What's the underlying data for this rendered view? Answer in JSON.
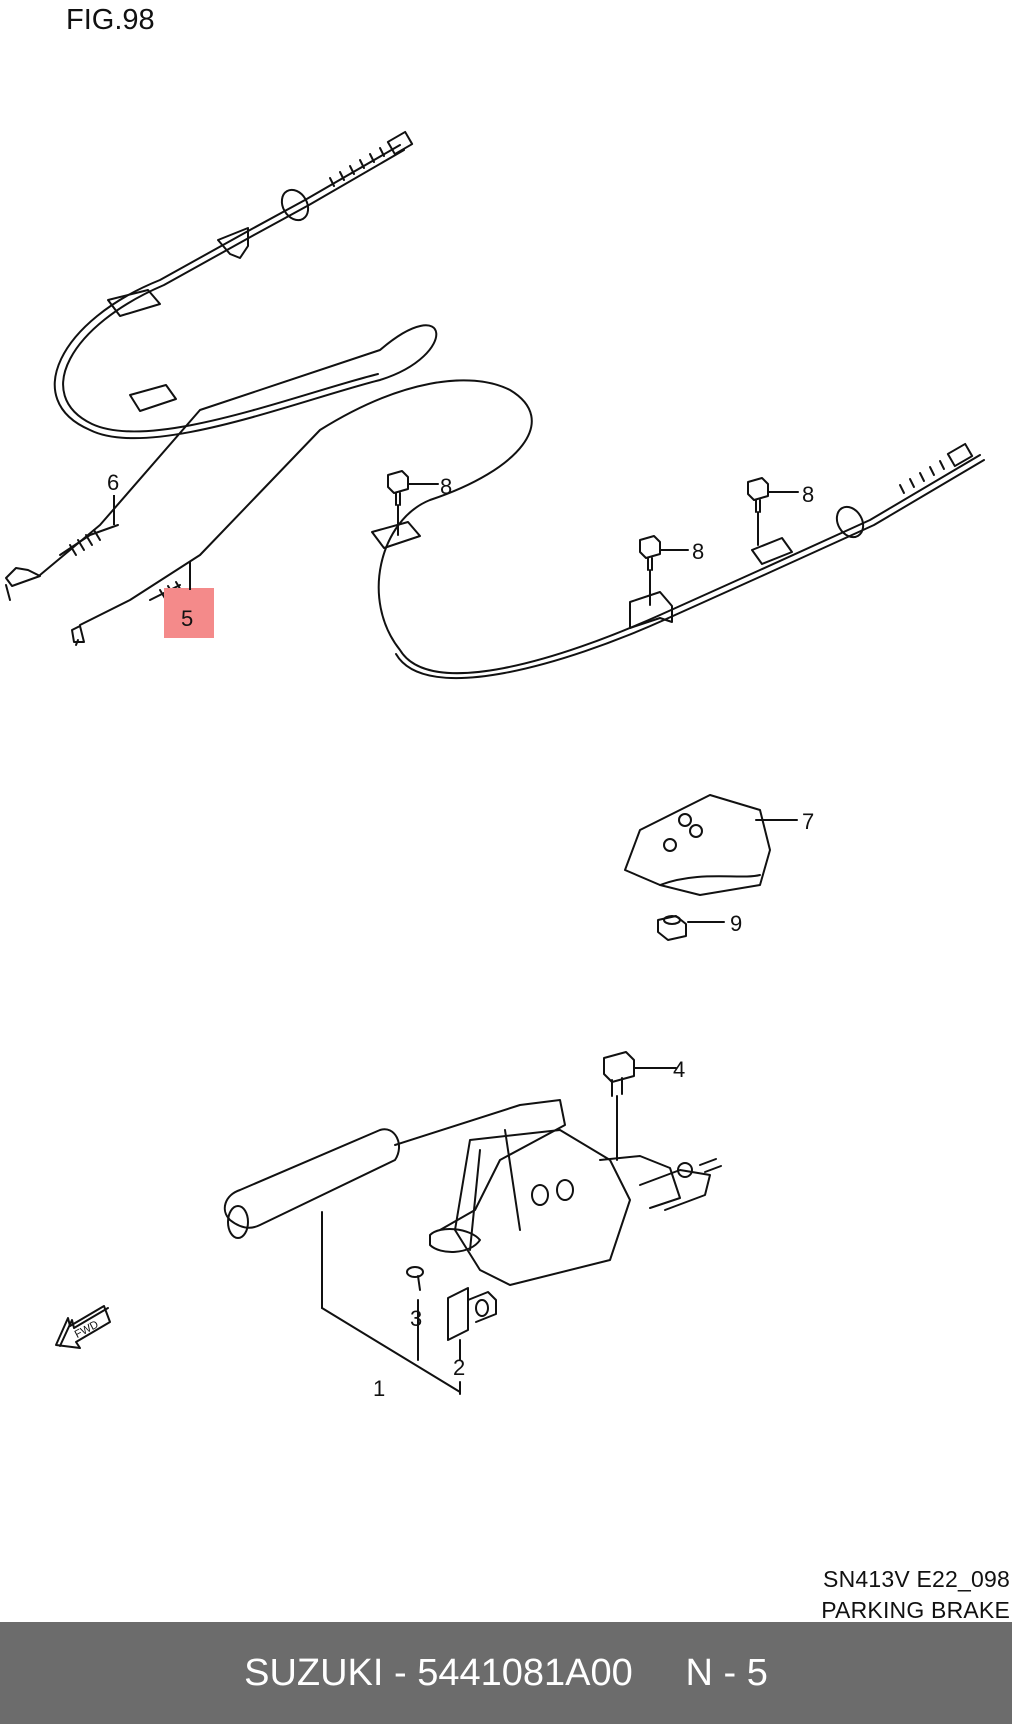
{
  "figure": {
    "title": "FIG.98",
    "code": "SN413V  E22_098",
    "caption": "PARKING BRAKE"
  },
  "callouts": {
    "c1": "1",
    "c2": "2",
    "c3": "3",
    "c4": "4",
    "c5": "5",
    "c6": "6",
    "c7": "7",
    "c8a": "8",
    "c8b": "8",
    "c8c": "8",
    "c9": "9"
  },
  "fwd_label": "FWD",
  "highlight_color": "#f48a8a",
  "footer": {
    "text": "SUZUKI - 5441081A00     N - 5"
  }
}
